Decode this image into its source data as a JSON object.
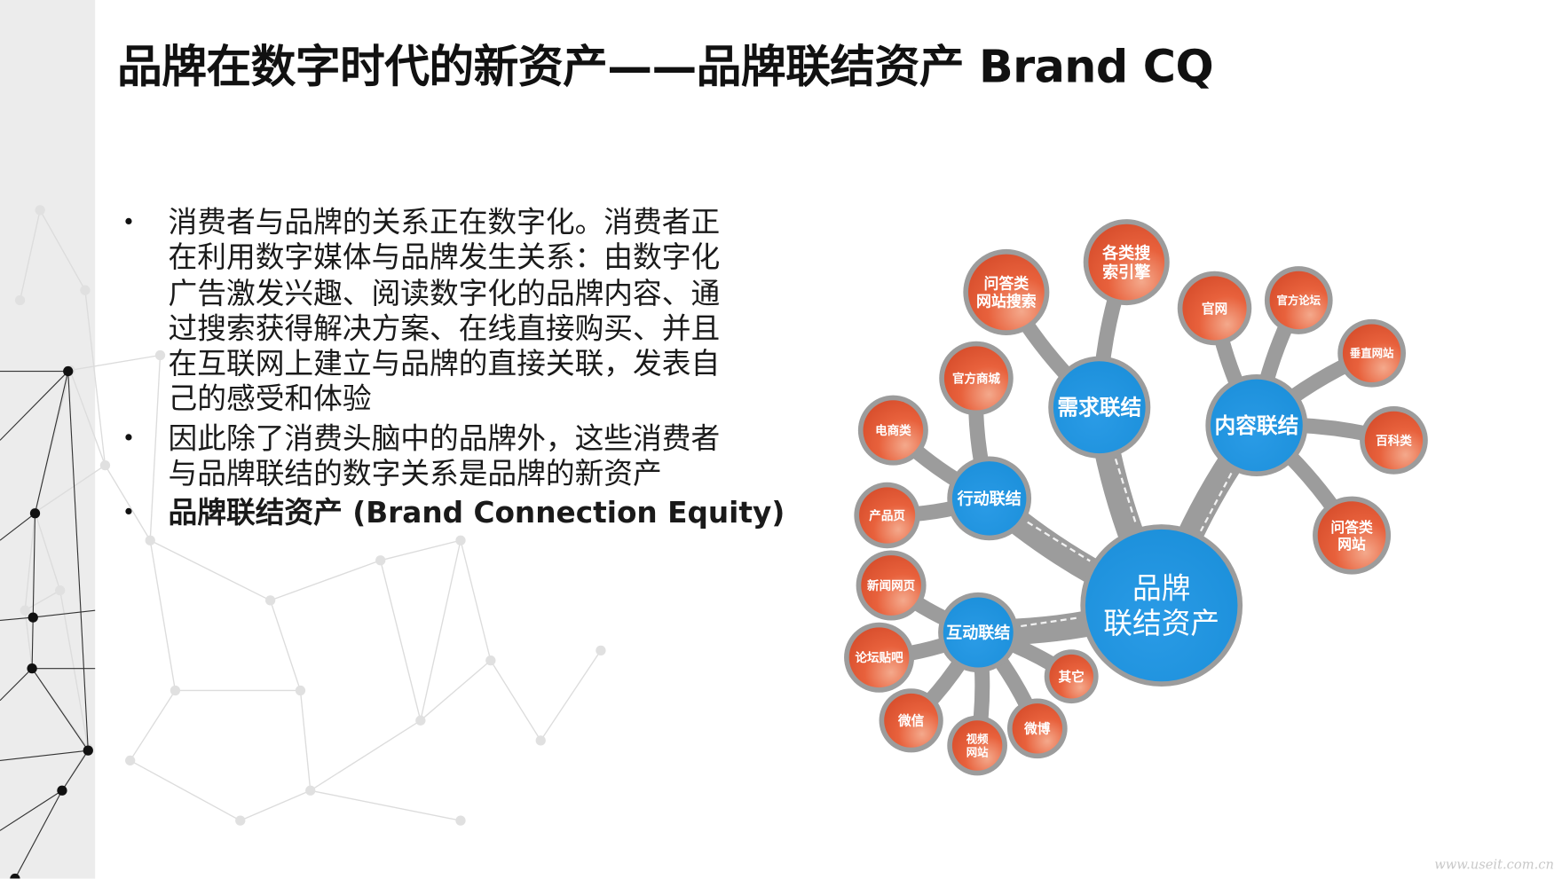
{
  "title": "品牌在数字时代的新资产——品牌联结资产  Brand CQ",
  "bullets": [
    {
      "lines": [
        "消费者与品牌的关系正在数字化。消费者正",
        "在利用数字媒体与品牌发生关系：由数字化",
        "广告激发兴趣、阅读数字化的品牌内容、通",
        "过搜索获得解决方案、在线直接购买、并且",
        "在互联网上建立与品牌的直接关联，发表自",
        "己的感受和体验"
      ]
    },
    {
      "lines": [
        "因此除了消费头脑中的品牌外，这些消费者",
        "与品牌联结的数字关系是品牌的新资产"
      ]
    },
    {
      "lines": [
        "品牌联结资产 (Brand Connection Equity)"
      ],
      "bold": true
    }
  ],
  "bullet_symbol": "•",
  "diagram": {
    "center": {
      "lines": [
        "品牌",
        "联结资产"
      ]
    },
    "hubs": [
      {
        "lines": [
          "需求联结"
        ]
      },
      {
        "lines": [
          "内容联结"
        ]
      },
      {
        "lines": [
          "行动联结"
        ]
      },
      {
        "lines": [
          "互动联结"
        ]
      }
    ],
    "leaves": [
      {
        "lines": [
          "各类搜",
          "索引擎"
        ]
      },
      {
        "lines": [
          "问答类",
          "网站搜索"
        ]
      },
      {
        "lines": [
          "官网"
        ]
      },
      {
        "lines": [
          "官方论坛"
        ]
      },
      {
        "lines": [
          "垂直网站"
        ]
      },
      {
        "lines": [
          "百科类"
        ]
      },
      {
        "lines": [
          "问答类",
          "网站"
        ]
      },
      {
        "lines": [
          "官方商城"
        ]
      },
      {
        "lines": [
          "电商类"
        ]
      },
      {
        "lines": [
          "产品页"
        ]
      },
      {
        "lines": [
          "新闻网页"
        ]
      },
      {
        "lines": [
          "论坛贴吧"
        ]
      },
      {
        "lines": [
          "微信"
        ]
      },
      {
        "lines": [
          "视频",
          "网站"
        ]
      },
      {
        "lines": [
          "微博"
        ]
      },
      {
        "lines": [
          "其它"
        ]
      }
    ],
    "colors": {
      "hub": "#1b8fda",
      "leaf": "#e8613c",
      "leaf_light": "#f4a98c",
      "branch": "#9c9c9c"
    }
  },
  "watermark": "www.useit.com.cn"
}
